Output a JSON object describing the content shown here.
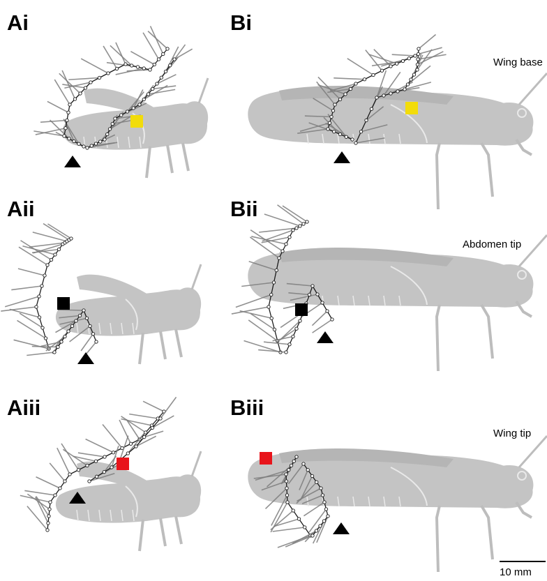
{
  "panels": [
    {
      "id": "Ai",
      "label": "Ai",
      "species": "small",
      "marker": {
        "shape": "square",
        "color": "#f2dc0a"
      }
    },
    {
      "id": "Bi",
      "label": "Bi",
      "species": "large",
      "marker": {
        "shape": "square",
        "color": "#f2dc0a"
      }
    },
    {
      "id": "Aii",
      "label": "Aii",
      "species": "small",
      "marker": {
        "shape": "square",
        "color": "#000000"
      }
    },
    {
      "id": "Bii",
      "label": "Bii",
      "species": "large",
      "marker": {
        "shape": "square",
        "color": "#000000"
      }
    },
    {
      "id": "Aiii",
      "label": "Aiii",
      "species": "small",
      "marker": {
        "shape": "square",
        "color": "#e8141b"
      }
    },
    {
      "id": "Biii",
      "label": "Biii",
      "species": "large",
      "marker": {
        "shape": "square",
        "color": "#e8141b"
      }
    }
  ],
  "row_labels": [
    "Wing base",
    "Abdomen tip",
    "Wing tip"
  ],
  "scale_bar": {
    "label": "10 mm"
  },
  "colors": {
    "body": "#c4c4c4",
    "body_outline": "#e9e9e9",
    "limb": "#bdbdbd",
    "vector": "#7d7d7d",
    "trajectory": "#1a1a1a",
    "landmark": "#000000"
  }
}
